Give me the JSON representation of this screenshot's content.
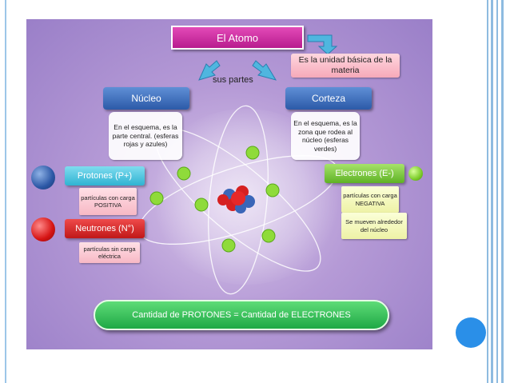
{
  "title": "El Atomo",
  "definition": "Es la unidad básica de la materia",
  "sus_partes": "sus partes",
  "nucleo": {
    "label": "Núcleo",
    "description": "En el esquema, es la parte central. (esferas rojas y azules)"
  },
  "corteza": {
    "label": "Corteza",
    "description": "En el esquema, es la zona que rodea al núcleo (esferas verdes)"
  },
  "protones": {
    "label": "Protones  (P+)",
    "description": "partículas con carga POSITIVA"
  },
  "neutrones": {
    "label": "Neutrones (N°)",
    "description": "partículas sin carga eléctrica"
  },
  "electrones": {
    "label": "Electrones (E-)",
    "description": "partículas con carga NEGATIVA",
    "description2": "Se mueven alrededor del núcleo"
  },
  "equation": "Cantidad de PROTONES  =  Cantidad de  ELECTRONES",
  "colors": {
    "title_box": "#c8289e",
    "nucleo_corteza": "#3b6dbf",
    "protones": "#3bbcd9",
    "neutrones": "#d42020",
    "electrones": "#7cc83a",
    "equation_box": "#2cb84f",
    "background": "#ad93d2"
  },
  "icons": [
    "arrow-right-icon",
    "arrow-down-left-icon",
    "arrow-down-right-icon"
  ]
}
